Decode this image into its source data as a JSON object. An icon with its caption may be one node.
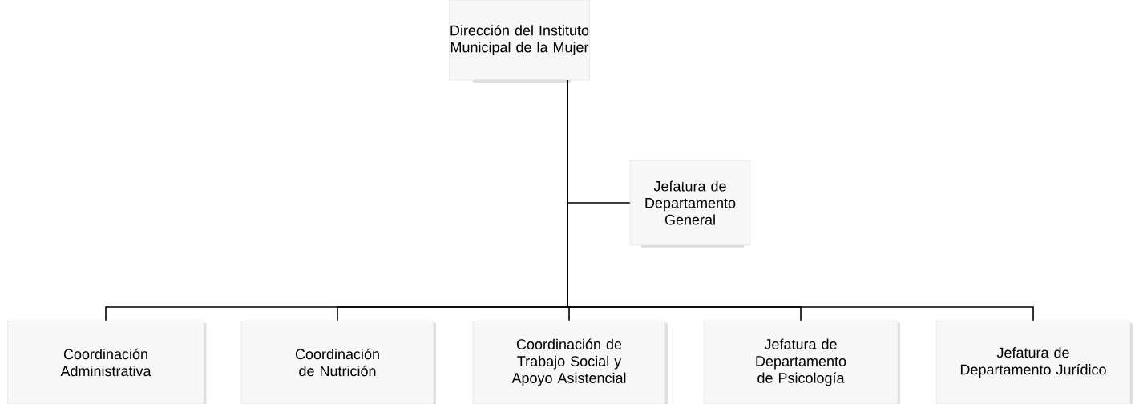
{
  "diagram": {
    "nodes": [
      {
        "text": [
          "Dirección del Instituto Municipal de la Mujer"
        ]
      },
      {
        "text": [
          "Jefatura de Departamento General"
        ]
      },
      {
        "text": [
          "Coordinación Administrativa"
        ]
      },
      {
        "text": [
          "Coordinación de Nutrición"
        ]
      },
      {
        "text": [
          "Coordinación de Trabajo Social y Apoyo Asistencial"
        ]
      },
      {
        "text": [
          "Jefatura de Departamento de Psicología"
        ]
      },
      {
        "text": [
          "Jefatura de Departamento Jurídico"
        ]
      }
    ],
    "edges": [
      {
        "from": 0,
        "to": 1,
        "arrow": "none"
      },
      {
        "from": 0,
        "to": 2,
        "arrow": "none"
      },
      {
        "from": 0,
        "to": 3,
        "arrow": "none"
      },
      {
        "from": 0,
        "to": 4,
        "arrow": "none"
      },
      {
        "from": 0,
        "to": 5,
        "arrow": "none"
      },
      {
        "from": 0,
        "to": 6,
        "arrow": "none"
      }
    ]
  }
}
